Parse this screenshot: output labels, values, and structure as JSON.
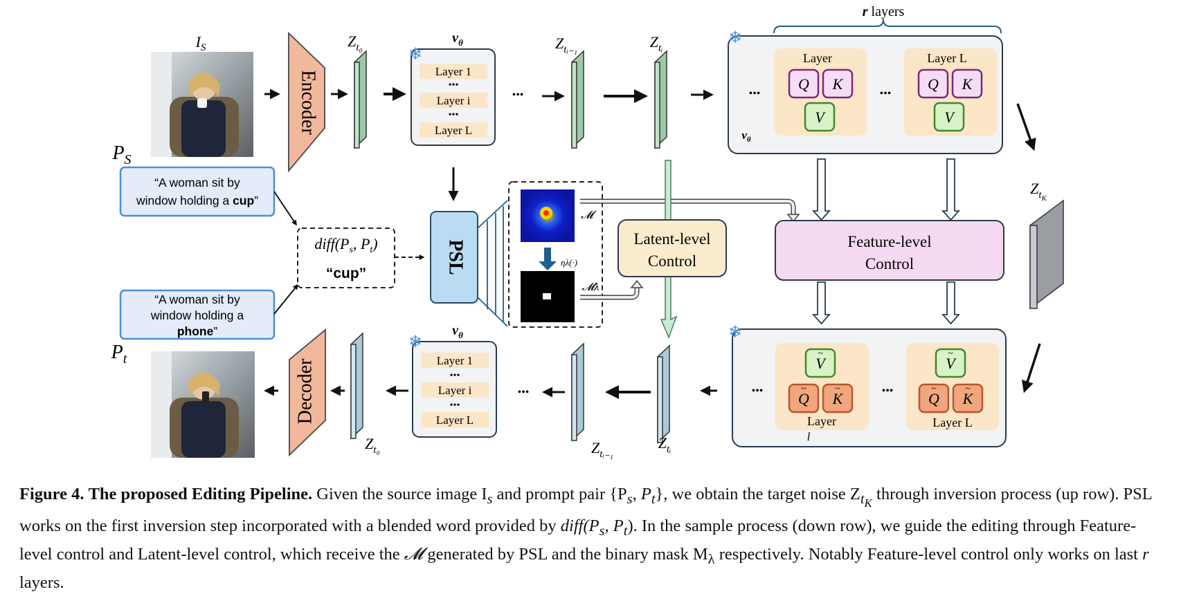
{
  "inputs": {
    "source_image_label": "I",
    "source_image_sub": "S",
    "source_prompt_label": "P",
    "source_prompt_sub": "S",
    "source_prompt_text_1": "“A woman sit by",
    "source_prompt_text_2": "window holding a ",
    "source_prompt_bold": "cup",
    "source_prompt_end": "”",
    "target_prompt_label": "P",
    "target_prompt_sub": "t",
    "target_prompt_text_1": "“A woman sit by",
    "target_prompt_text_2": "window holding a",
    "target_prompt_bold": "phone",
    "target_prompt_end": "”"
  },
  "blocks": {
    "encoder": "Encoder",
    "decoder": "Decoder",
    "psl": "PSL",
    "latent_control_1": "Latent-level",
    "latent_control_2": "Control",
    "feature_control_1": "Feature-level",
    "feature_control_2": "Control",
    "diff_expr": "diff(P",
    "diff_word": "“cup”"
  },
  "unet": {
    "name": "v",
    "name_sub": "θ",
    "layer_1": "Layer 1",
    "layer_i": "Layer i",
    "layer_L": "Layer L",
    "dots": "•••"
  },
  "latents": {
    "z": "Z",
    "t0": "t₀",
    "ti_minus_1": "tᵢ₋₁",
    "ti": "tᵢ",
    "tK": "t",
    "K": "K"
  },
  "attention": {
    "r_label": "r",
    "layers_word": " layers",
    "layer_word": "Layer",
    "layer_L_word": "Layer L",
    "layer_l_sub": "l",
    "q": "Q",
    "k": "K",
    "v": "V"
  },
  "masks": {
    "m": "𝓜",
    "m_lambda": "𝓜λ",
    "eta": "ηλ(·)"
  },
  "caption": {
    "fig_label": "Figure 4.",
    "title": "The proposed Editing Pipeline.",
    "line_1": "Given the source image I",
    "line_1b": "and prompt pair {P",
    "line_1c": ", we obtain the target noise Z",
    "line_1d": " through",
    "line_2": "inversion process (up row).  PSL works on the first inversion step incorporated with a blended word provided by",
    "line_2b": "diff(P",
    "line_3": "sample process (down row), we guide the editing through Feature-level control and Latent-level control, which receive the",
    "line_3b": " generated",
    "line_4": "by PSL and the binary mask M",
    "line_4b": " respectively. Notably Feature-level control only works on last",
    "line_4c": " layers."
  },
  "colors": {
    "encoder": "#f2b89c",
    "psl": "#b9dcf2",
    "latent_ctrl": "#fbeccd",
    "feature_ctrl": "#f5d9f0",
    "latent_green": "#9dc9a6",
    "latent_blue": "#a9cad6",
    "latent_gray": "#9a9ea3",
    "panel_bg": "#f2f3f5",
    "layer_tag": "#fbe6c7",
    "q_k_top": "#f7dcf7",
    "v_top": "#d9f2c8",
    "q_k_bottom": "#f0a67e"
  }
}
